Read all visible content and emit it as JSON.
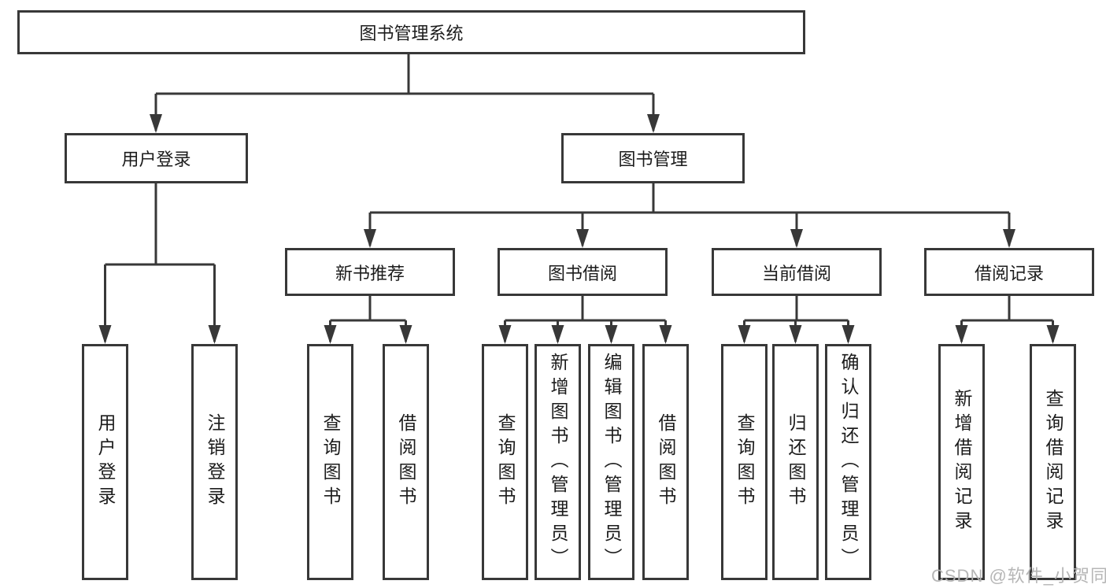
{
  "diagram": {
    "root": {
      "label": "图书管理系统"
    },
    "level2": [
      {
        "label": "用户登录"
      },
      {
        "label": "图书管理"
      }
    ],
    "level3": [
      {
        "label": "新书推荐"
      },
      {
        "label": "图书借阅"
      },
      {
        "label": "当前借阅"
      },
      {
        "label": "借阅记录"
      }
    ],
    "leaves": {
      "user_login": [
        {
          "label": "用户登录"
        },
        {
          "label": "注销登录"
        }
      ],
      "new_book": [
        {
          "label": "查询图书"
        },
        {
          "label": "借阅图书"
        }
      ],
      "book_borrow": [
        {
          "label": "查询图书"
        },
        {
          "label": "新增图书（管理员）"
        },
        {
          "label": "编辑图书（管理员）"
        },
        {
          "label": "借阅图书"
        }
      ],
      "current_borrow": [
        {
          "label": "查询图书"
        },
        {
          "label": "归还图书"
        },
        {
          "label": "确认归还（管理员）"
        }
      ],
      "borrow_records": [
        {
          "label": "新增借阅记录"
        },
        {
          "label": "查询借阅记录"
        }
      ]
    },
    "watermark": "CSDN @软件_小贺同学",
    "colors": {
      "line": "#383838",
      "box_border": "#383838",
      "box_fill": "#ffffff",
      "text": "#1c1c1c",
      "watermark": "#b2b2b2"
    }
  }
}
